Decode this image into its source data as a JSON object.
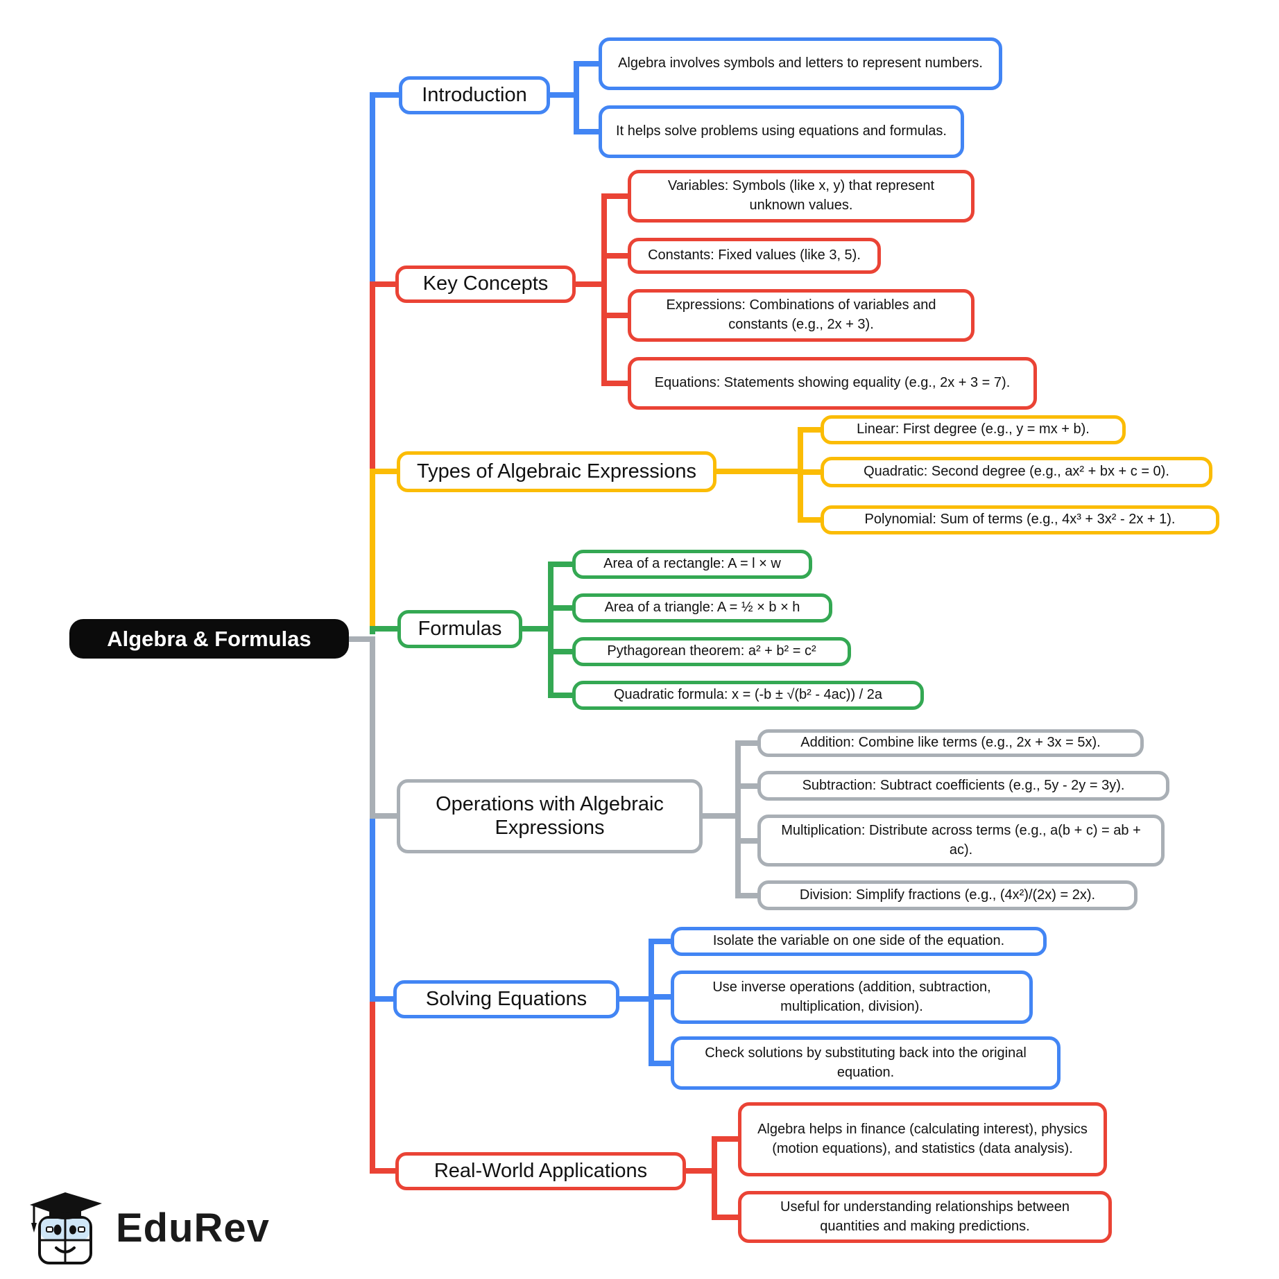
{
  "root_label": "Algebra & Formulas",
  "palette": {
    "blue": "#4285F4",
    "red": "#EA4335",
    "yellow": "#FBBC05",
    "green": "#34A853",
    "gray": "#A9AFB5",
    "root_bg": "#0B0B0B"
  },
  "branches": [
    {
      "label": "Introduction",
      "color": "#4285F4",
      "children": [
        "Algebra involves symbols and letters to represent numbers.",
        "It helps solve problems using equations and formulas."
      ]
    },
    {
      "label": "Key Concepts",
      "color": "#EA4335",
      "children": [
        "Variables: Symbols (like x, y) that represent unknown values.",
        "Constants: Fixed values (like 3, 5).",
        "Expressions: Combinations of variables and constants (e.g., 2x + 3).",
        "Equations: Statements showing equality (e.g., 2x + 3 = 7)."
      ]
    },
    {
      "label": "Types of Algebraic Expressions",
      "color": "#FBBC05",
      "children": [
        "Linear: First degree (e.g., y = mx + b).",
        "Quadratic: Second degree (e.g., ax² + bx + c = 0).",
        "Polynomial: Sum of terms (e.g., 4x³ + 3x² - 2x + 1)."
      ]
    },
    {
      "label": "Formulas",
      "color": "#34A853",
      "children": [
        "Area of a rectangle: A = l × w",
        "Area of a triangle: A = ½ × b × h",
        "Pythagorean theorem: a² + b² = c²",
        "Quadratic formula: x = (-b ± √(b² - 4ac)) / 2a"
      ]
    },
    {
      "label": "Operations with Algebraic Expressions",
      "color": "#A9AFB5",
      "children": [
        "Addition: Combine like terms (e.g., 2x + 3x = 5x).",
        "Subtraction: Subtract coefficients (e.g., 5y - 2y = 3y).",
        "Multiplication: Distribute across terms (e.g., a(b + c) = ab + ac).",
        "Division: Simplify fractions (e.g., (4x²)/(2x) = 2x)."
      ]
    },
    {
      "label": "Solving Equations",
      "color": "#4285F4",
      "children": [
        "Isolate the variable on one side of the equation.",
        "Use inverse operations (addition, subtraction, multiplication, division).",
        "Check solutions by substituting back into the original equation."
      ]
    },
    {
      "label": "Real-World Applications",
      "color": "#EA4335",
      "children": [
        "Algebra helps in finance (calculating interest), physics (motion equations), and statistics (data analysis).",
        "Useful for understanding relationships between quantities and making predictions."
      ]
    }
  ],
  "logo": {
    "brand": "EduRev"
  }
}
